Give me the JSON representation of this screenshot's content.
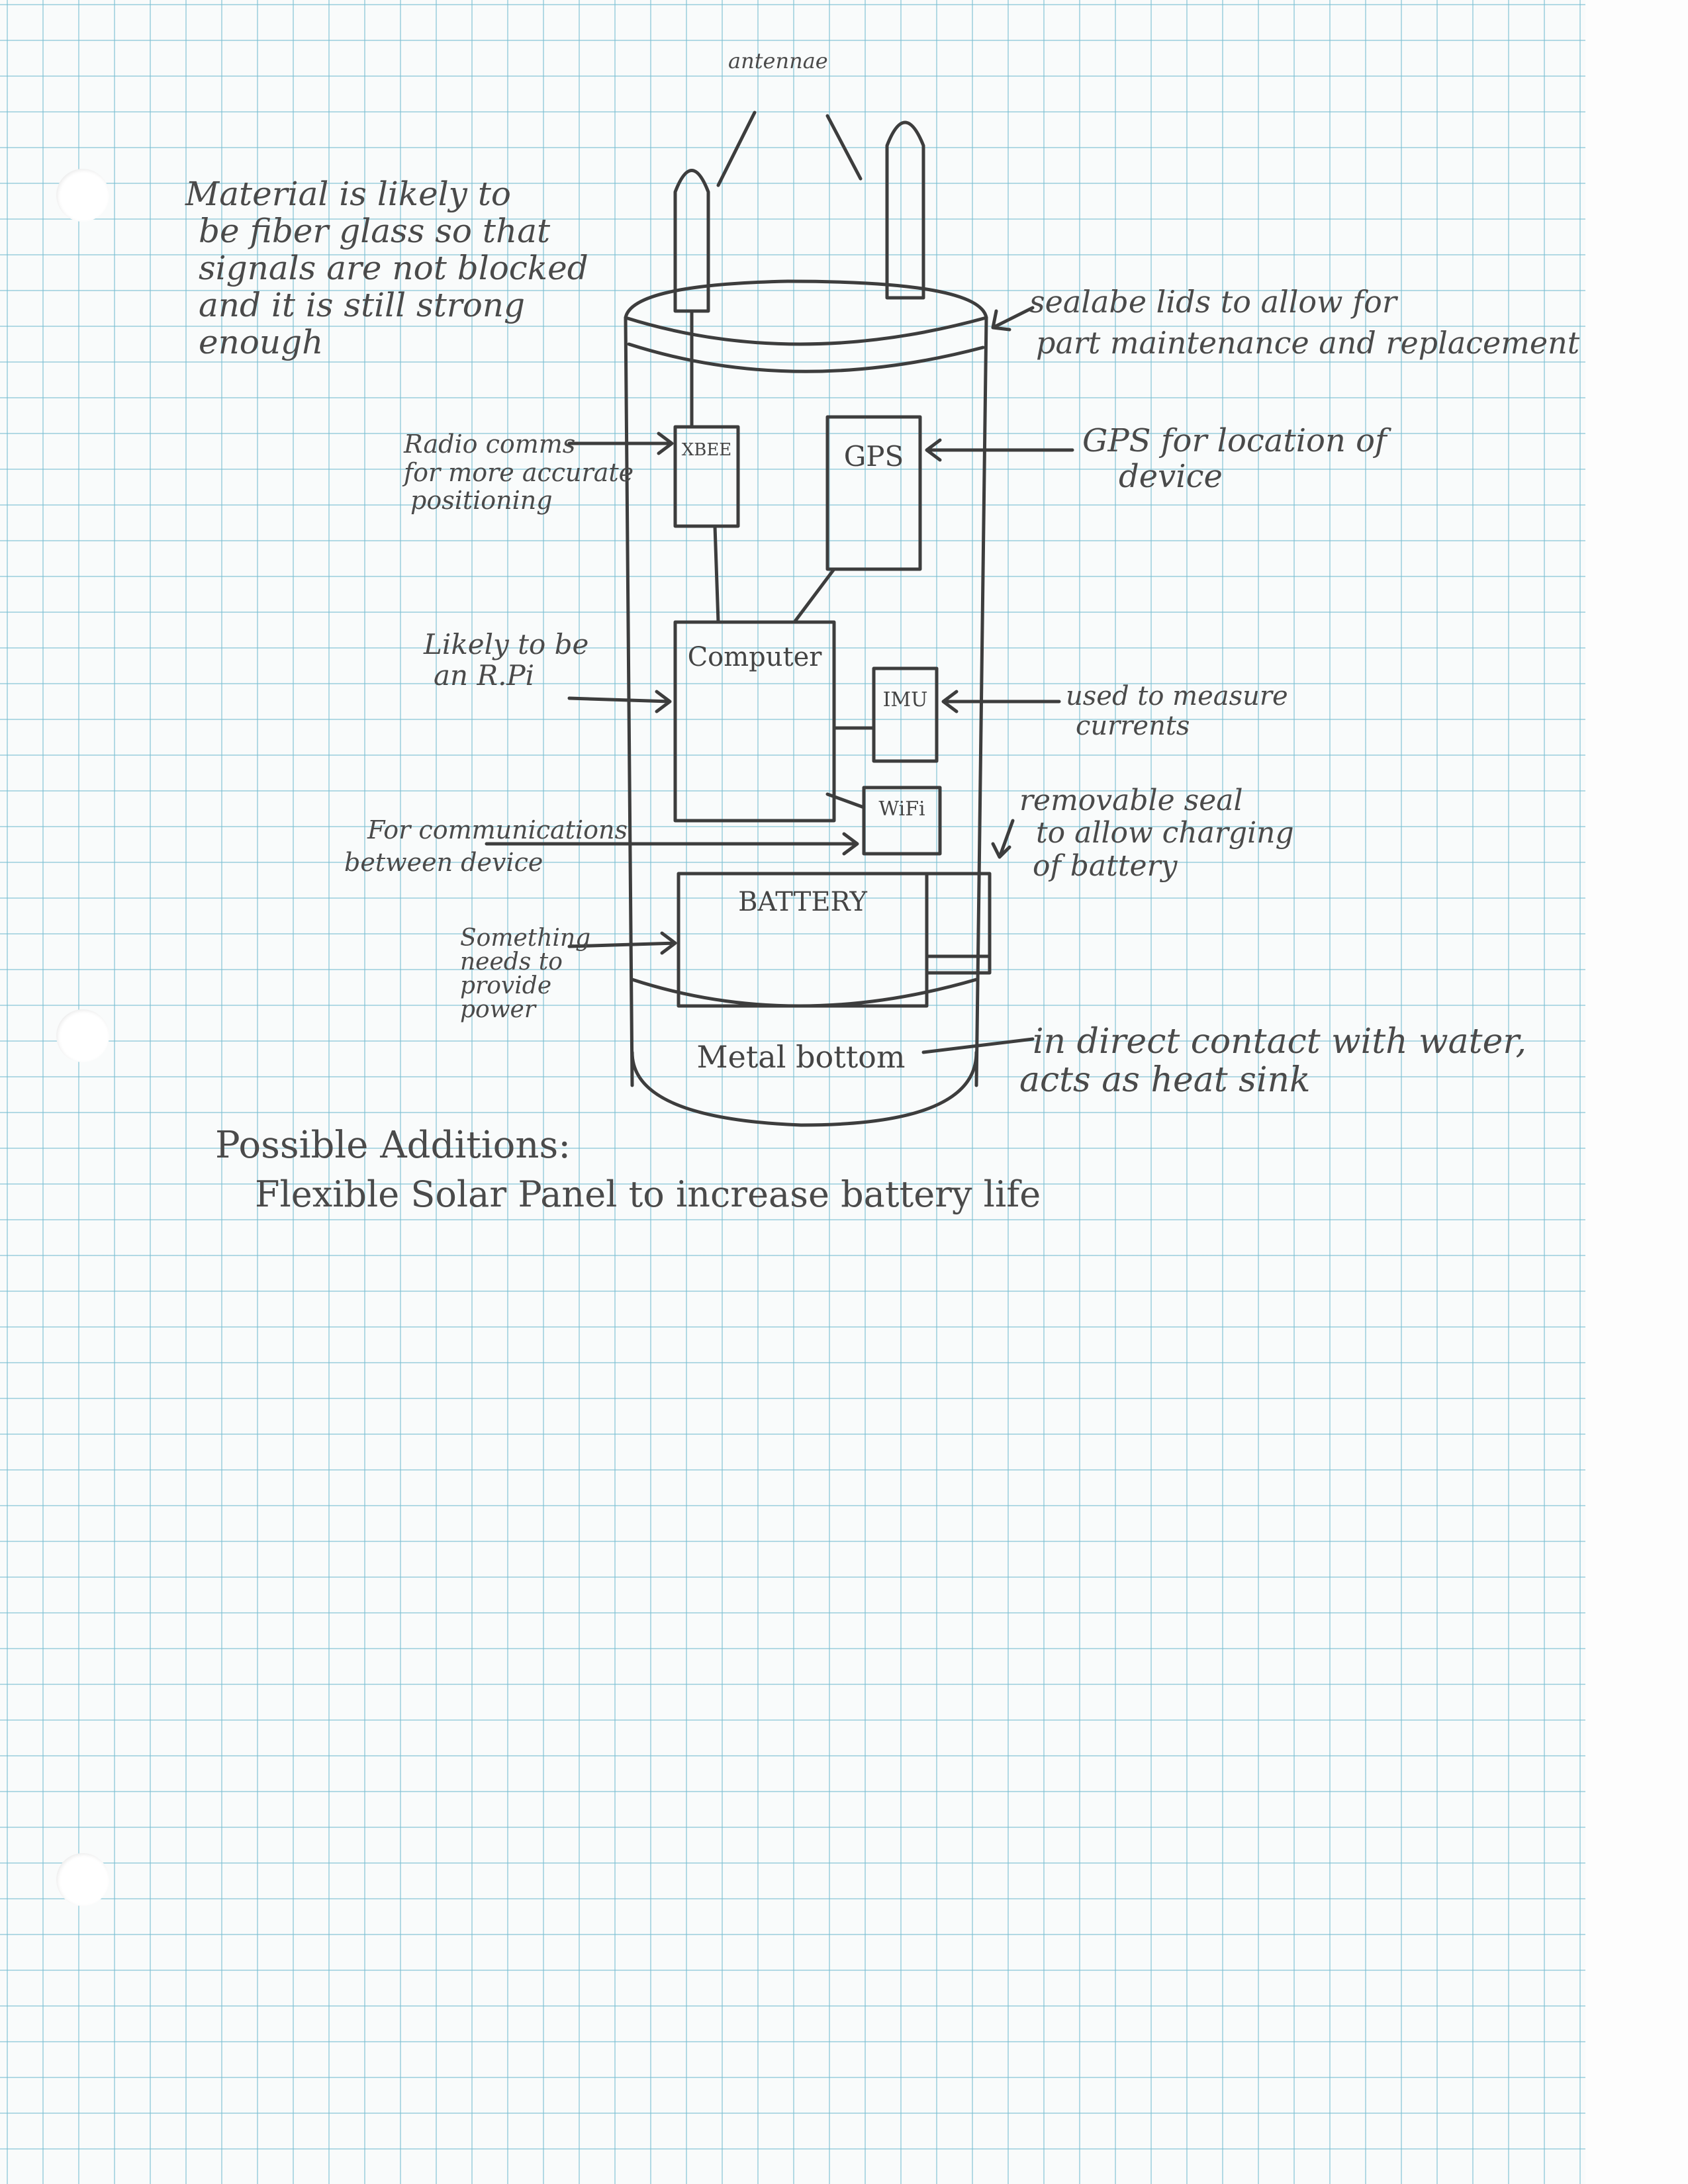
{
  "labels": {
    "antennae": "antennae",
    "material": [
      "Material is likely to",
      "be fiber glass so that",
      "signals are not blocked",
      "and it is still strong",
      "enough"
    ],
    "sealable": [
      "sealabe lids to allow for",
      "part maintenance and replacement"
    ],
    "radio": [
      "Radio comms",
      "for more accurate",
      "positioning"
    ],
    "gps_note": [
      "GPS for location of",
      "device"
    ],
    "likely": [
      "Likely to be",
      "an R.Pi"
    ],
    "imu_note": [
      "used to measure",
      "currents"
    ],
    "comms": [
      "For communications",
      "between device"
    ],
    "seal": [
      "removable seal",
      "to allow charging",
      "of battery"
    ],
    "something": [
      "Something",
      "needs to",
      "provide",
      "power"
    ],
    "water": [
      "in direct contact with water,",
      "acts as heat sink"
    ],
    "additions_title": "Possible Additions:",
    "additions_item": "Flexible Solar Panel to increase battery life"
  },
  "components": {
    "xbee": "XBEE",
    "gps": "GPS",
    "computer": "Computer",
    "imu": "IMU",
    "wifi": "WiFi",
    "battery": "BATTERY",
    "metal_bottom": "Metal bottom"
  },
  "colors": {
    "pencil": "#3d3d3d",
    "grid": "#78bed2"
  }
}
